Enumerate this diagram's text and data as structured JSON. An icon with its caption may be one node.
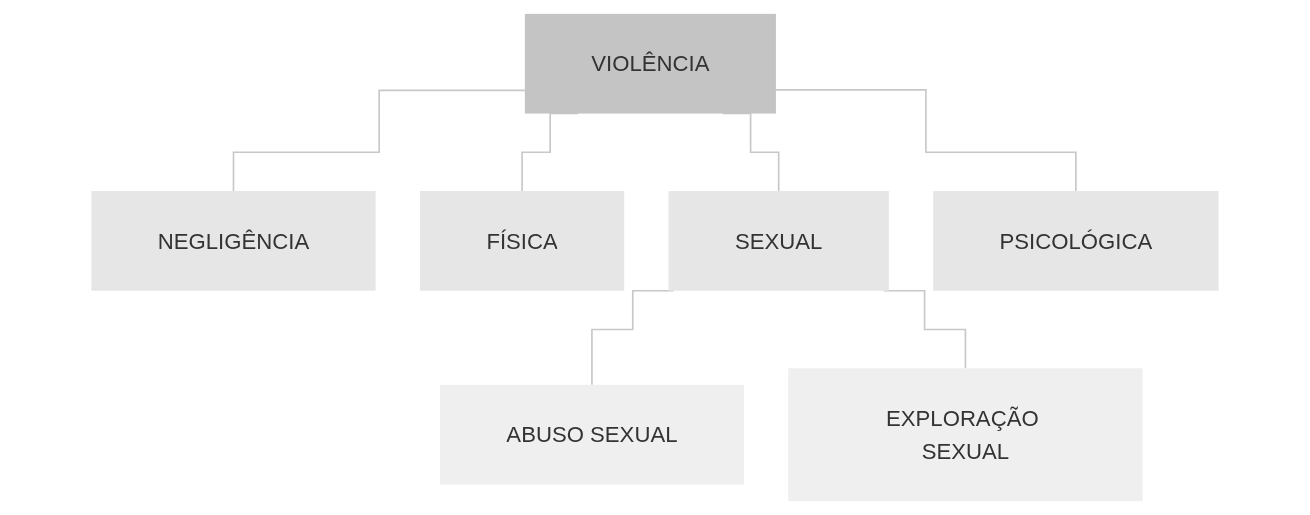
{
  "diagram": {
    "nodes": [
      {
        "text": [
          "VIOLÊNCIA"
        ]
      },
      {
        "text": [
          "NEGLIGÊNCIA"
        ]
      },
      {
        "text": [
          "FÍSICA"
        ]
      },
      {
        "text": [
          "SEXUAL"
        ]
      },
      {
        "text": [
          "PSICOLÓGICA"
        ]
      },
      {
        "text": [
          "ABUSO SEXUAL"
        ]
      },
      {
        "text": [
          "EXPLORAÇÃO SEXUAL"
        ]
      }
    ],
    "edges": [
      {
        "from": 0,
        "to": 1,
        "arrow": "none"
      },
      {
        "from": 0,
        "to": 2,
        "arrow": "none"
      },
      {
        "from": 0,
        "to": 3,
        "arrow": "none"
      },
      {
        "from": 0,
        "to": 4,
        "arrow": "none"
      },
      {
        "from": 3,
        "to": 5,
        "arrow": "none"
      },
      {
        "from": 3,
        "to": 6,
        "arrow": "none"
      }
    ]
  }
}
